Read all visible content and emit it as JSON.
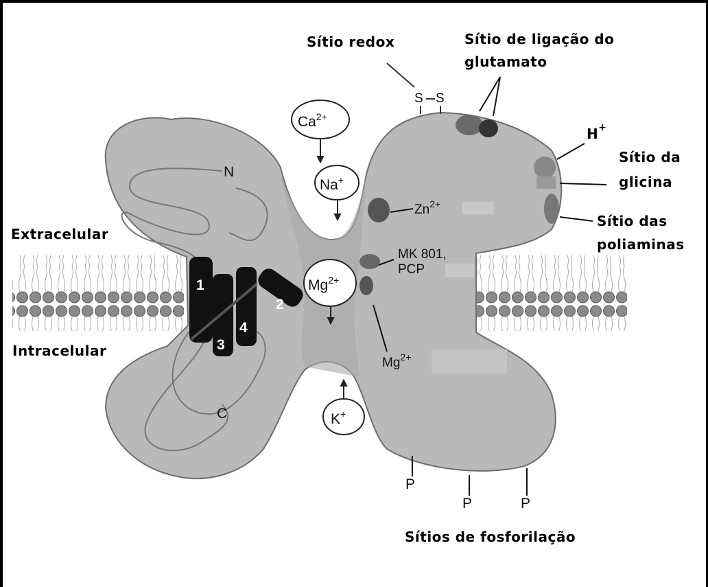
{
  "labels": {
    "redox_site": "Sítio redox",
    "glutamate_site_line1": "Sítio de ligação do",
    "glutamate_site_line2": "glutamato",
    "glycine_site_line1": "Sítio da",
    "glycine_site_line2": "glicina",
    "polyamine_site_line1": "Sítio das",
    "polyamine_site_line2": "poliaminas",
    "extracellular": "Extracelular",
    "intracellular": "Intracelular",
    "phosphorylation_sites": "Sítios de fosforilação"
  },
  "ions": {
    "ca": "Ca",
    "ca_charge": "2+",
    "na": "Na",
    "na_charge": "+",
    "mg": "Mg",
    "mg_charge": "2+",
    "k": "K",
    "k_charge": "+",
    "h": "H",
    "h_charge": "+"
  },
  "inner_labels": {
    "n_terminus": "N",
    "c_terminus": "C",
    "zn": "Zn",
    "zn_charge": "2+",
    "mk801_line1": "MK 801,",
    "mk801_line2": "PCP",
    "mg_block": "Mg",
    "mg_block_charge": "2+",
    "disulfide_s1": "S",
    "disulfide_s2": "S",
    "phospho_p": "P"
  },
  "helices": [
    "1",
    "2",
    "3",
    "4"
  ]
}
